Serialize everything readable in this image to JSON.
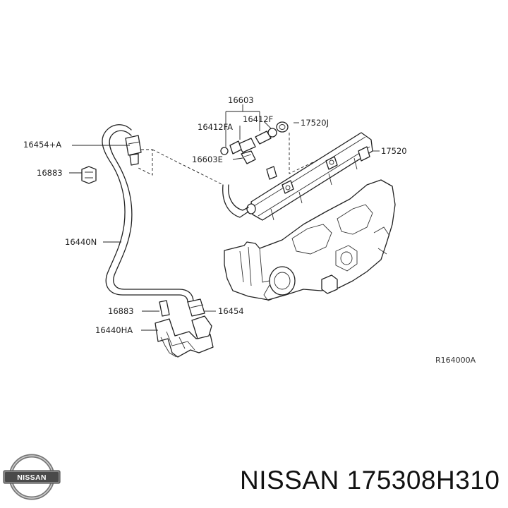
{
  "diagram": {
    "labels": [
      {
        "id": "l16603",
        "text": "16603"
      },
      {
        "id": "l16412F",
        "text": "16412F"
      },
      {
        "id": "l16412FA",
        "text": "16412FA"
      },
      {
        "id": "l17520J",
        "text": "17520J"
      },
      {
        "id": "l16454A",
        "text": "16454+A"
      },
      {
        "id": "l16603E",
        "text": "16603E"
      },
      {
        "id": "l17520",
        "text": "17520"
      },
      {
        "id": "l16883top",
        "text": "16883"
      },
      {
        "id": "l16440N",
        "text": "16440N"
      },
      {
        "id": "l16883bot",
        "text": "16883"
      },
      {
        "id": "l16454",
        "text": "16454"
      },
      {
        "id": "l16440HA",
        "text": "16440HA"
      }
    ],
    "reference_code": "R164000A"
  },
  "logo": {
    "word": "NISSAN",
    "icon": "nissan-logo"
  },
  "caption": "NISSAN 175308H310"
}
